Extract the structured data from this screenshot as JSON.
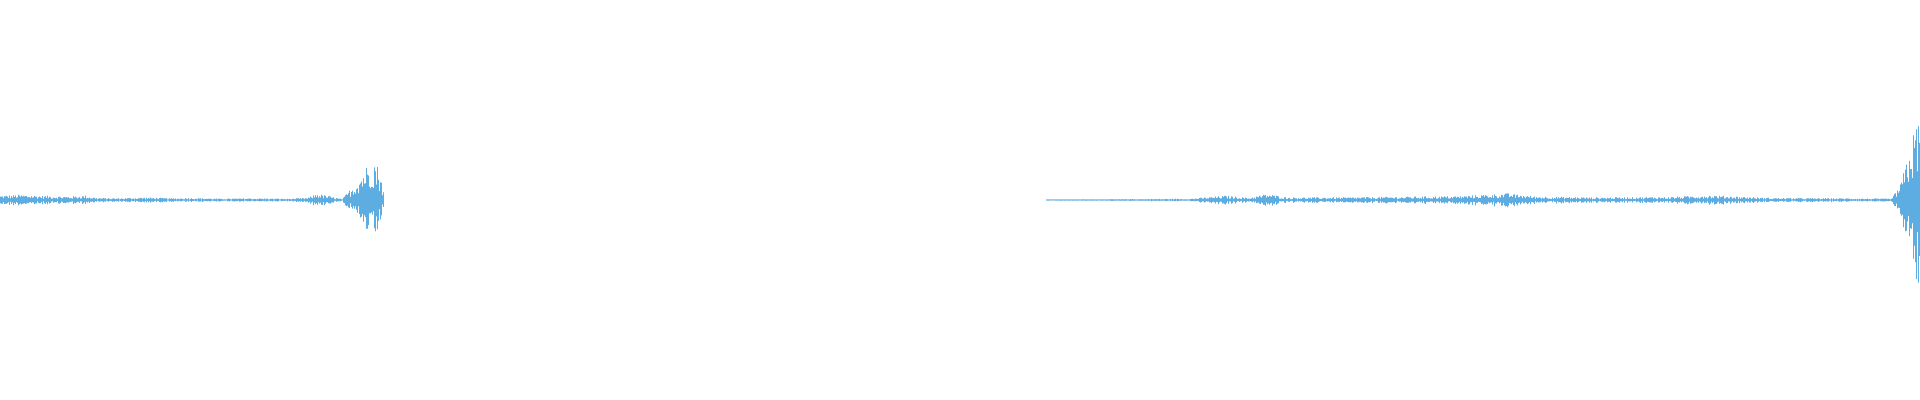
{
  "waveform": {
    "color": "#5dade2",
    "background": "#ffffff",
    "segments": [
      {
        "name": "clip-1",
        "start": 0.0,
        "end": 0.2,
        "envelope": [
          [
            0.0,
            0.02
          ],
          [
            0.01,
            0.024
          ],
          [
            0.02,
            0.02
          ],
          [
            0.028,
            0.018
          ],
          [
            0.036,
            0.016
          ],
          [
            0.044,
            0.02
          ],
          [
            0.05,
            0.01
          ],
          [
            0.06,
            0.008
          ],
          [
            0.075,
            0.012
          ],
          [
            0.09,
            0.008
          ],
          [
            0.1,
            0.01
          ],
          [
            0.115,
            0.006
          ],
          [
            0.13,
            0.008
          ],
          [
            0.15,
            0.006
          ],
          [
            0.16,
            0.01
          ],
          [
            0.165,
            0.03
          ],
          [
            0.17,
            0.02
          ],
          [
            0.178,
            0.004
          ],
          [
            0.185,
            0.08
          ],
          [
            0.19,
            0.15
          ],
          [
            0.195,
            0.19
          ],
          [
            0.198,
            0.12
          ],
          [
            0.2,
            0.01
          ]
        ]
      },
      {
        "name": "clip-2",
        "start": 0.545,
        "end": 1.0,
        "envelope": [
          [
            0.545,
            0.002
          ],
          [
            0.58,
            0.004
          ],
          [
            0.62,
            0.006
          ],
          [
            0.638,
            0.02
          ],
          [
            0.65,
            0.01
          ],
          [
            0.66,
            0.028
          ],
          [
            0.67,
            0.012
          ],
          [
            0.7,
            0.012
          ],
          [
            0.74,
            0.016
          ],
          [
            0.76,
            0.018
          ],
          [
            0.785,
            0.03
          ],
          [
            0.8,
            0.016
          ],
          [
            0.83,
            0.012
          ],
          [
            0.87,
            0.014
          ],
          [
            0.89,
            0.022
          ],
          [
            0.92,
            0.01
          ],
          [
            0.96,
            0.008
          ],
          [
            0.985,
            0.006
          ],
          [
            0.99,
            0.08
          ],
          [
            0.995,
            0.26
          ],
          [
            0.999,
            0.38
          ],
          [
            1.0,
            0.3
          ]
        ]
      }
    ]
  }
}
